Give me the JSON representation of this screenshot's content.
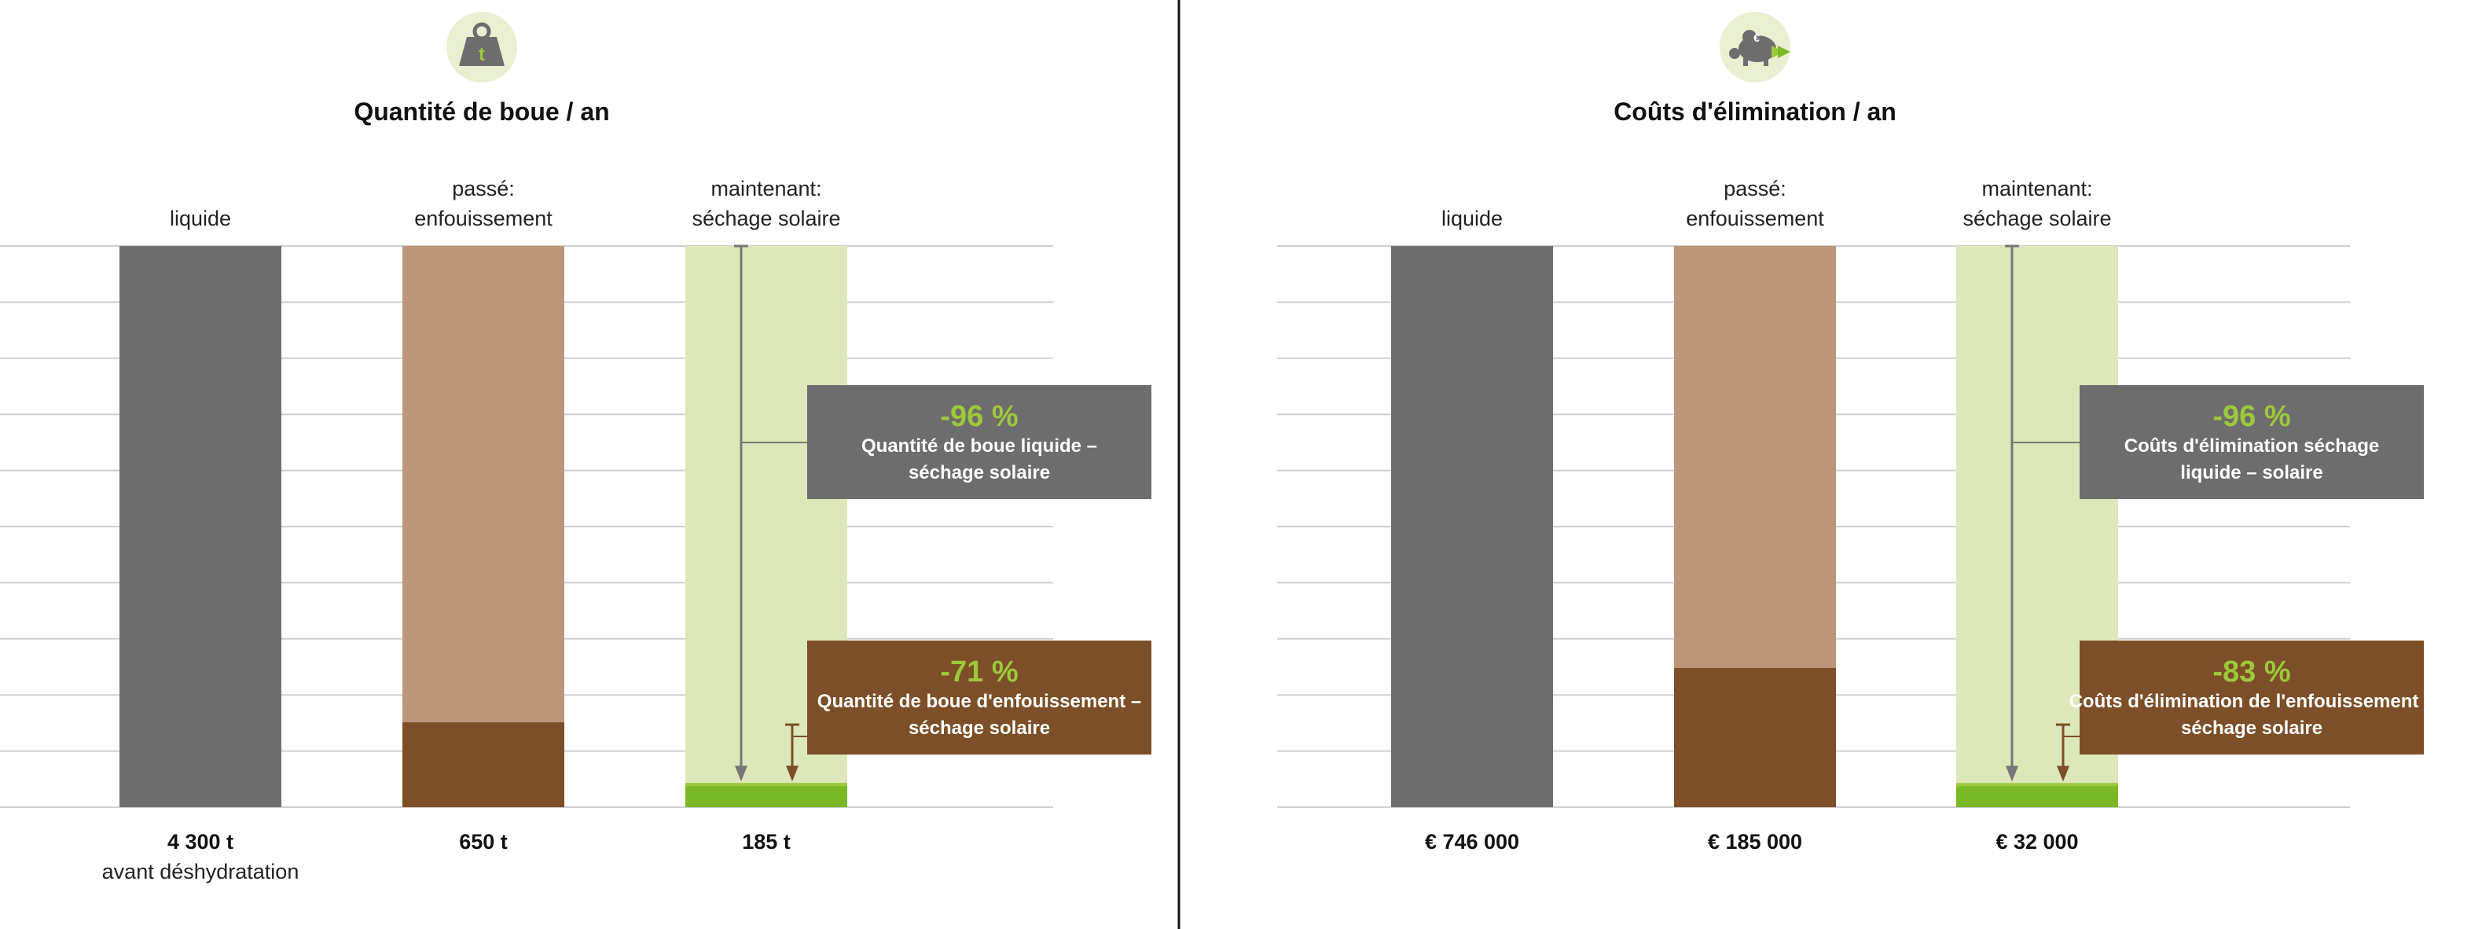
{
  "colors": {
    "liquid": "#6e6e6e",
    "past_light": "#bb967b",
    "past_dark": "#7c4f28",
    "now_light": "#dce8b9",
    "now_dark": "#7ab827",
    "accent_green": "#9cc93b",
    "box_grey": "#6d6d6d",
    "box_brown": "#7c4f28",
    "grid": "#cfcfcf",
    "icon_bg": "#e9f0d2",
    "icon_fg": "#6d6d6d"
  },
  "panels": [
    {
      "icon": "weight-icon",
      "title": "Quantité de boue / an",
      "categories": [
        {
          "lines": [
            "liquide"
          ]
        },
        {
          "lines": [
            "passé:",
            "enfouissement"
          ]
        },
        {
          "lines": [
            "maintenant:",
            "séchage solaire"
          ]
        }
      ],
      "value_labels": [
        {
          "lines": [
            "4 300 t",
            "avant déshydratation"
          ]
        },
        {
          "lines": [
            "650 t"
          ]
        },
        {
          "lines": [
            "185 t"
          ]
        }
      ],
      "callouts": [
        {
          "pct": "-96 %",
          "lines": [
            "Quantité de boue liquide –",
            "séchage solaire"
          ],
          "style": "grey"
        },
        {
          "pct": "-71 %",
          "lines": [
            "Quantité de boue d'enfouissement –",
            "séchage solaire"
          ],
          "style": "brown"
        }
      ]
    },
    {
      "icon": "piggy-bank-icon",
      "title": "Coûts d'élimination / an",
      "categories": [
        {
          "lines": [
            "liquide"
          ]
        },
        {
          "lines": [
            "passé:",
            "enfouissement"
          ]
        },
        {
          "lines": [
            "maintenant:",
            "séchage solaire"
          ]
        }
      ],
      "value_labels": [
        {
          "lines": [
            "€ 746 000"
          ]
        },
        {
          "lines": [
            "€ 185 000"
          ]
        },
        {
          "lines": [
            "€ 32 000"
          ]
        }
      ],
      "callouts": [
        {
          "pct": "-96 %",
          "lines": [
            "Coûts d'élimination séchage",
            "liquide – solaire"
          ],
          "style": "grey"
        },
        {
          "pct": "-83 %",
          "lines": [
            "Coûts d'élimination de l'enfouissement –",
            "séchage solaire"
          ],
          "style": "brown"
        }
      ]
    }
  ],
  "chart_data": [
    {
      "type": "bar",
      "title": "Quantité de boue / an",
      "categories": [
        "liquide",
        "passé: enfouissement",
        "maintenant: séchage solaire"
      ],
      "values": [
        4300,
        650,
        185
      ],
      "reference": [
        4300,
        4300,
        4300
      ],
      "unit": "t",
      "ylim": [
        0,
        4300
      ],
      "grid": true
    },
    {
      "type": "bar",
      "title": "Coûts d'élimination / an",
      "categories": [
        "liquide",
        "passé: enfouissement",
        "maintenant: séchage solaire"
      ],
      "values": [
        746000,
        185000,
        32000
      ],
      "reference": [
        746000,
        746000,
        746000
      ],
      "unit": "€",
      "ylim": [
        0,
        746000
      ],
      "grid": true
    }
  ]
}
